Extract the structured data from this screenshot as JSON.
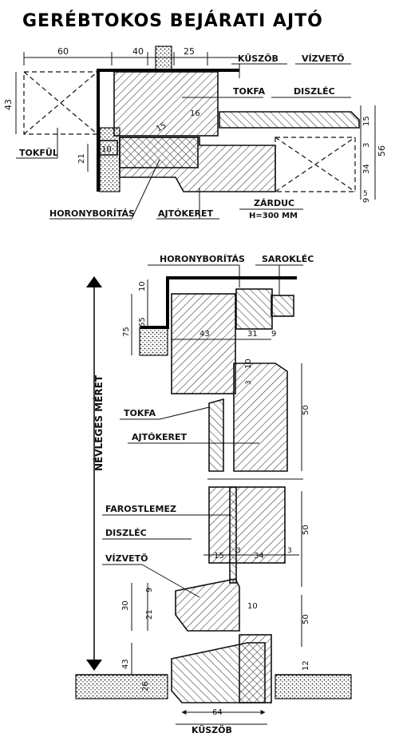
{
  "title": "GERÉBTOKOS BEJÁRATI AJTÓ",
  "top_section": {
    "labels": {
      "kuszob": "KÜSZÖB",
      "vizveto": "VÍZVETŐ",
      "tokfa": "TOKFA",
      "diszlec": "DISZLÉC",
      "tokful": "TOKFÜL",
      "horonyboritas": "HORONYBORÍTÁS",
      "ajtokeret": "AJTÓKERET",
      "zarduc": "ZÁRDUC",
      "zarduc_h": "H=300 MM"
    },
    "dims": {
      "d60": "60",
      "d40": "40",
      "d25": "25",
      "d43": "43",
      "d16": "16",
      "d15a": "15",
      "d21": "21",
      "d10": "10",
      "d15b": "15",
      "d3": "3",
      "d56": "56",
      "d34": "34",
      "d9": "9",
      "d5": "5"
    }
  },
  "bottom_section": {
    "labels": {
      "horonyboritas": "HORONYBORÍTÁS",
      "sarokléc": "SAROKLÉC",
      "nevleges_meret": "NÉVLEGES MÉRET",
      "tokfa": "TOKFA",
      "ajtokeret": "AJTÓKERET",
      "farostlemez": "FAROSTLEMEZ",
      "diszlec": "DISZLÉC",
      "vizveto": "VÍZVETŐ",
      "kuszob": "KÜSZÖB"
    },
    "dims": {
      "d10a": "10",
      "d75": "75",
      "d65": "65",
      "d43": "43",
      "d31": "31",
      "d9": "9",
      "d10b": "10",
      "d3a": "3",
      "d50a": "50",
      "d50b": "50",
      "d15": "15",
      "d3b": "3",
      "d34": "34",
      "d3c": "3",
      "d30": "30",
      "d9b": "9",
      "d21": "21",
      "d10c": "10",
      "d50c": "50",
      "d43b": "43",
      "d26": "26",
      "d12": "12",
      "d64": "64"
    }
  }
}
